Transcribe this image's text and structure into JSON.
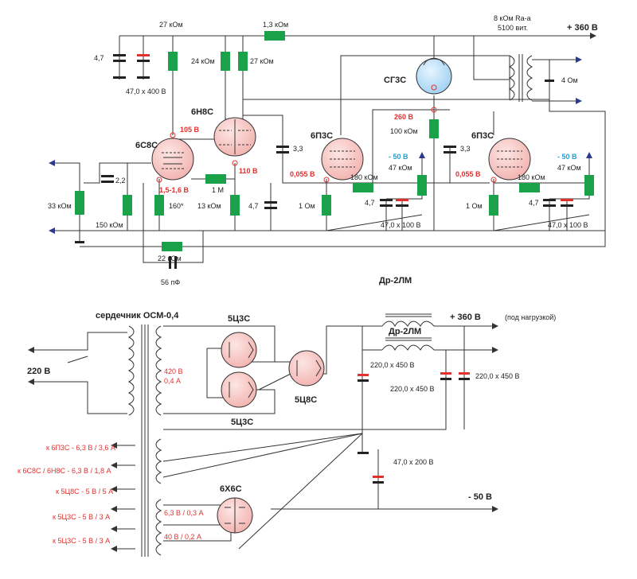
{
  "amp": {
    "r_27k_top": "27 кОм",
    "r_1_3k": "1,3 кОм",
    "ra_a": "8 кОм Ra-a",
    "turns": "5100 вит.",
    "plus360": "+ 360 В",
    "c_4_7_top": "4,7",
    "c_47_400": "47,0 х 400 В",
    "r_24k": "24 кОм",
    "r_27k_mid": "27 кОм",
    "sg3s": "СГ3С",
    "out_4ohm": "4 Ом",
    "t6n8s": "6Н8С",
    "v105": "105 В",
    "t6s8s": "6С8С",
    "c_3_3_a": "3,3",
    "t6p3s_a": "6П3С",
    "v260": "260 В",
    "r_100k": "100 кОм",
    "c_3_3_b": "3,3",
    "t6p3s_b": "6П3С",
    "m50_a": "- 50 В",
    "m50_b": "- 50 В",
    "r_47k_a": "47 кОм",
    "r_47k_b": "47 кОм",
    "v110": "110 В",
    "v0055_a": "0,055 В",
    "v0055_b": "0,055 В",
    "r_180_a": "180 кОм",
    "r_180_b": "180 кОм",
    "c_2_2": "2,2",
    "v15_16": "1,5-1,6 В",
    "r_1m": "1 М",
    "r_33k": "33 кОм",
    "r_160": "160*",
    "r_13k": "13 кОм",
    "c_4_7_mid": "4,7",
    "r_1ohm_a": "1 Ом",
    "r_1ohm_b": "1 Ом",
    "c_4_7_a": "4,7",
    "c_4_7_b": "4,7",
    "r_150k": "150 кОм",
    "c_47_100_a": "47,0 х 100 В",
    "c_47_100_b": "47,0 х 100 В",
    "r_22k": "22 кОм",
    "c_56p": "56 пФ",
    "choke": "Др-2ЛМ"
  },
  "psu": {
    "core": "сердечник ОСМ-0,4",
    "t5c3s_top": "5Ц3С",
    "t5c3s_bot": "5Ц3С",
    "t5c8s": "5Ц8С",
    "plus360": "+ 360 В",
    "under_load": "(под нагрузкой)",
    "choke": "Др-2ЛМ",
    "v220": "220 В",
    "v420": "420 В",
    "a04": "0,4 А",
    "c220_450_a": "220,0 х 450 В",
    "c220_450_b": "220,0 х 450 В",
    "c220_450_c": "220,0 х 450 В",
    "fil_6p3s": "к 6П3С - 6,3 В / 3,6 А",
    "fil_6s8s": "к 6С8С / 6Н8С - 6,3 В / 1,8 А",
    "fil_5c8s": "к 5Ц8С - 5 В / 5 А",
    "fil_5c3s_a": "к 5Ц3С - 5 В / 3 А",
    "fil_5c3s_b": "к 5Ц3С - 5 В / 3 А",
    "c47_200": "47,0 х 200 В",
    "t6h6s": "6Х6С",
    "v63_03": "6,3 В / 0,3 А",
    "v40_02": "40 В / 0,2 А",
    "minus50": "- 50 В"
  },
  "colors": {
    "resistor": "#1aa14a",
    "red": "#e0312f",
    "blue": "#1fa0d8",
    "tube": "#f7c7c5",
    "arrow": "#2a3a8c"
  }
}
